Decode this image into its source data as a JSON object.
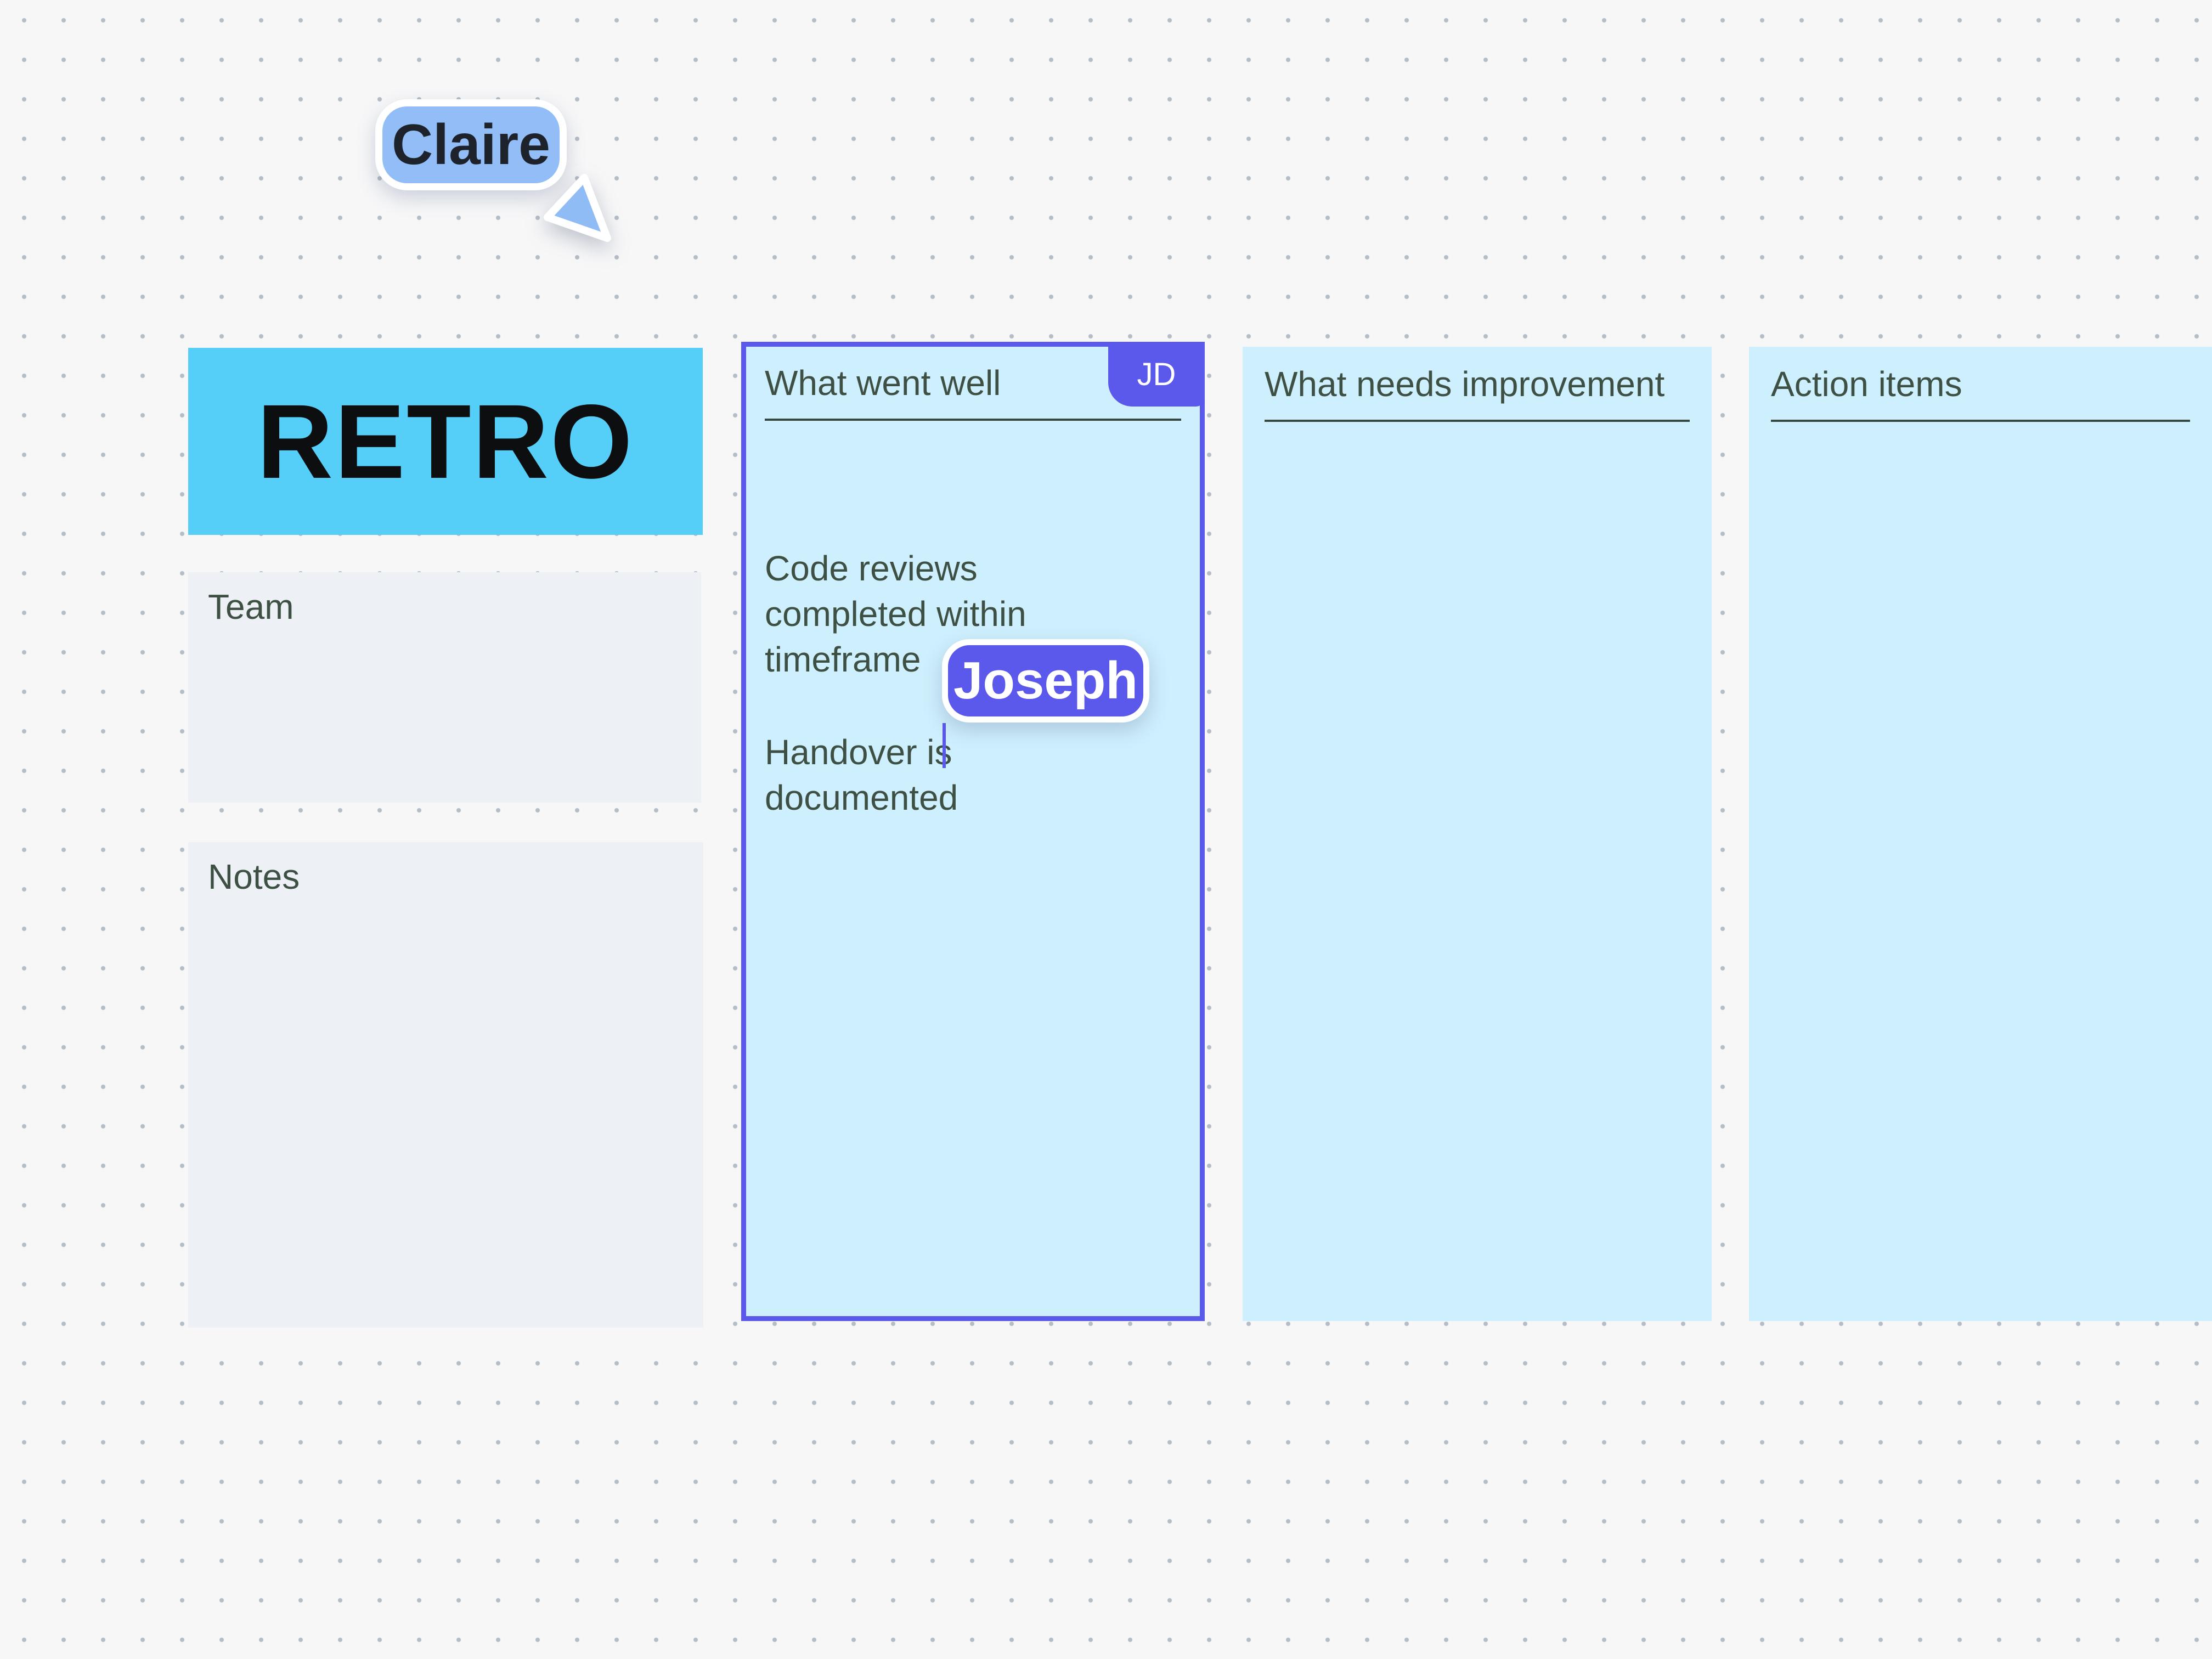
{
  "canvas": {
    "background_color": "#f7f7f8",
    "dot_color": "#b6bcc4"
  },
  "presence": {
    "claire": {
      "name": "Claire",
      "color": "#92bdf6"
    },
    "joseph": {
      "name": "Joseph",
      "initials": "JD",
      "color": "#5b58ec"
    }
  },
  "title_block": {
    "label": "RETRO",
    "background_color": "#55cff8"
  },
  "cards": [
    {
      "label": "Team"
    },
    {
      "label": "Notes"
    }
  ],
  "columns": [
    {
      "label": "What went well",
      "selected": true,
      "badge": "JD",
      "items": [
        "Code reviews completed within timeframe",
        "Handover is documented"
      ]
    },
    {
      "label": "What needs improvement",
      "selected": false,
      "items": []
    },
    {
      "label": "Action items",
      "selected": false,
      "items": []
    }
  ],
  "colors": {
    "accent_purple": "#5b58ec",
    "column_background": "#ceeffd",
    "card_background": "#edf1f5",
    "title_cyan": "#55cff8",
    "claire_blue": "#92bdf6",
    "text_dark_green": "#3e5044",
    "underline": "#37473d"
  }
}
